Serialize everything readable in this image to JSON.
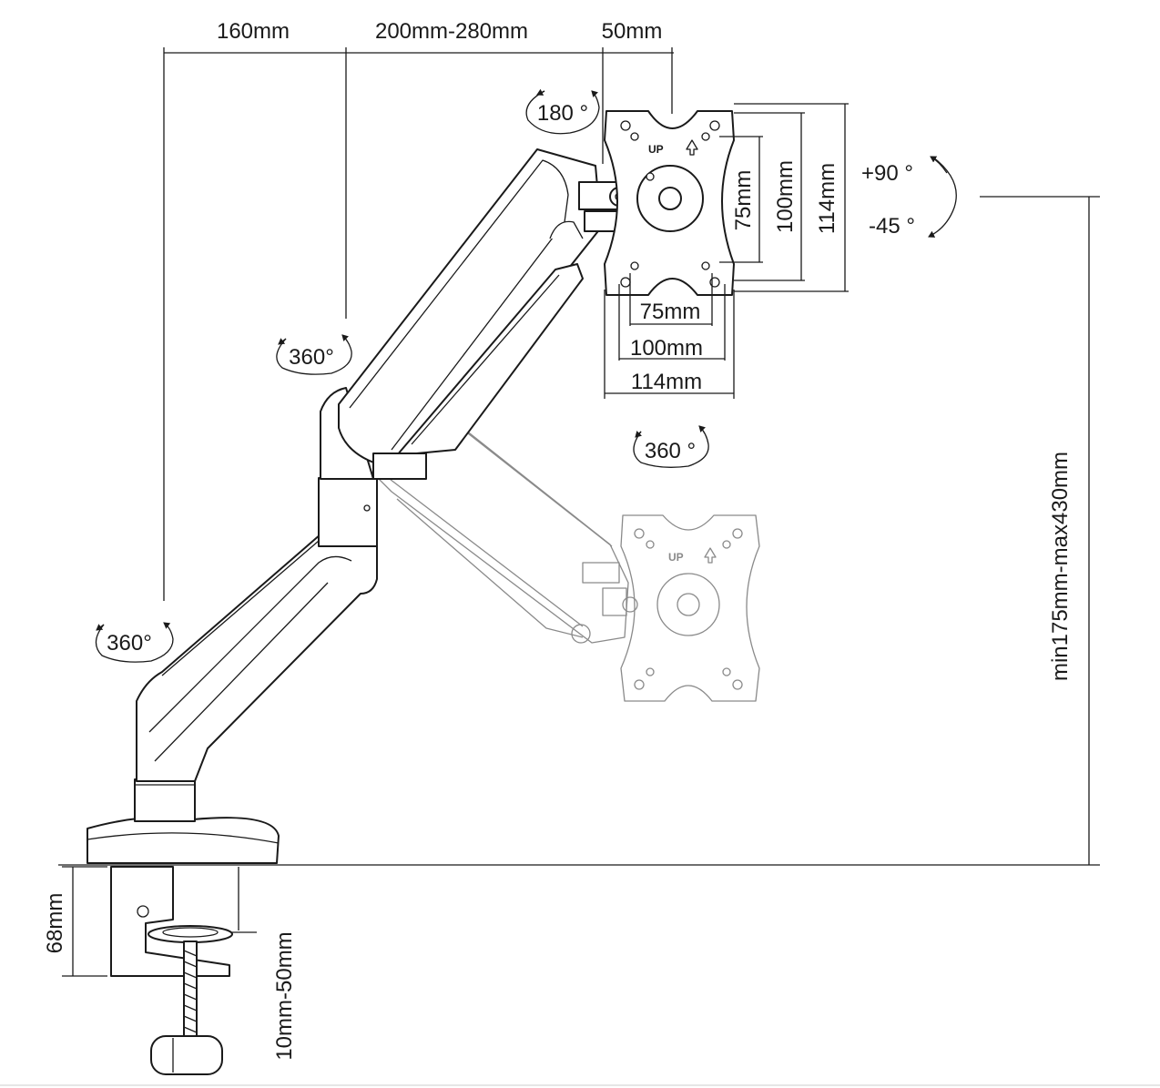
{
  "dimensions": {
    "arm_offset_1": "160mm",
    "arm_offset_2": "200mm-280mm",
    "head_offset": "50mm",
    "vesa_h_75": "75mm",
    "vesa_h_100": "100mm",
    "vesa_h_114": "114mm",
    "vesa_w_75": "75mm",
    "vesa_w_100": "100mm",
    "vesa_w_114": "114mm",
    "height_range": "min175mm-max430mm",
    "clamp_height": "68mm",
    "desk_thickness": "10mm-50mm"
  },
  "rotations": {
    "head_rotate": "180 °",
    "tilt_up": "+90 °",
    "tilt_down": "-45 °",
    "elbow_swivel": "360°",
    "base_swivel": "360°",
    "plate_rotate": "360 °"
  },
  "plate_marks": {
    "up_text": "UP",
    "ghost_up_text": "UP"
  },
  "colors": {
    "line": "#1a1a1a",
    "ghost": "#8a8a8a",
    "background": "#ffffff"
  }
}
